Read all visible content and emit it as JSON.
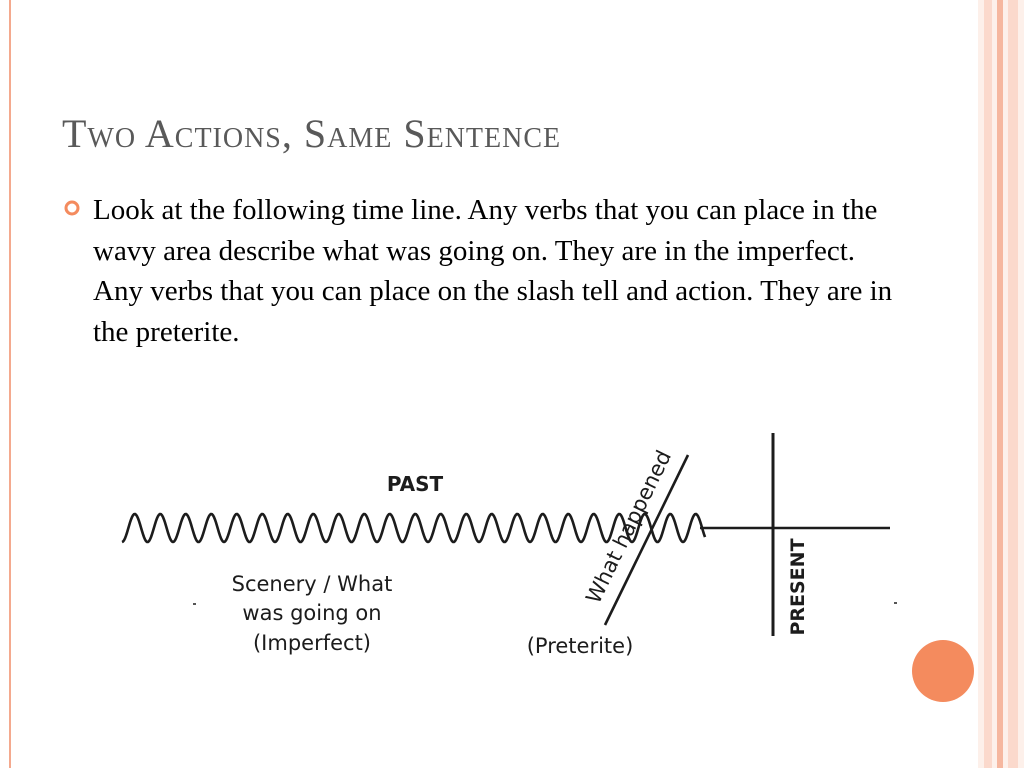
{
  "slide": {
    "title": "Two Actions, Same Sentence",
    "bullet": "Look at the following time line. Any verbs that you can place in the wavy area describe what was going on. They are in the imperfect. Any verbs that you can place on the slash tell and action. They are in the preterite."
  },
  "timeline": {
    "past_label": "PAST",
    "slash_label": "What happened",
    "present_label": "PRESENT",
    "imperfect_line1": "Scenery / What",
    "imperfect_line2": "was going on",
    "imperfect_line3": "(Imperfect)",
    "preterite_label": "(Preterite)"
  },
  "colors": {
    "accent": "#f48b5e",
    "rule": "#f4a98e",
    "title": "#595959",
    "band_light": "#fbd9cc",
    "band_mid": "#f6b79f"
  },
  "icons": [
    "bullet-circle-icon",
    "orange-circle"
  ]
}
